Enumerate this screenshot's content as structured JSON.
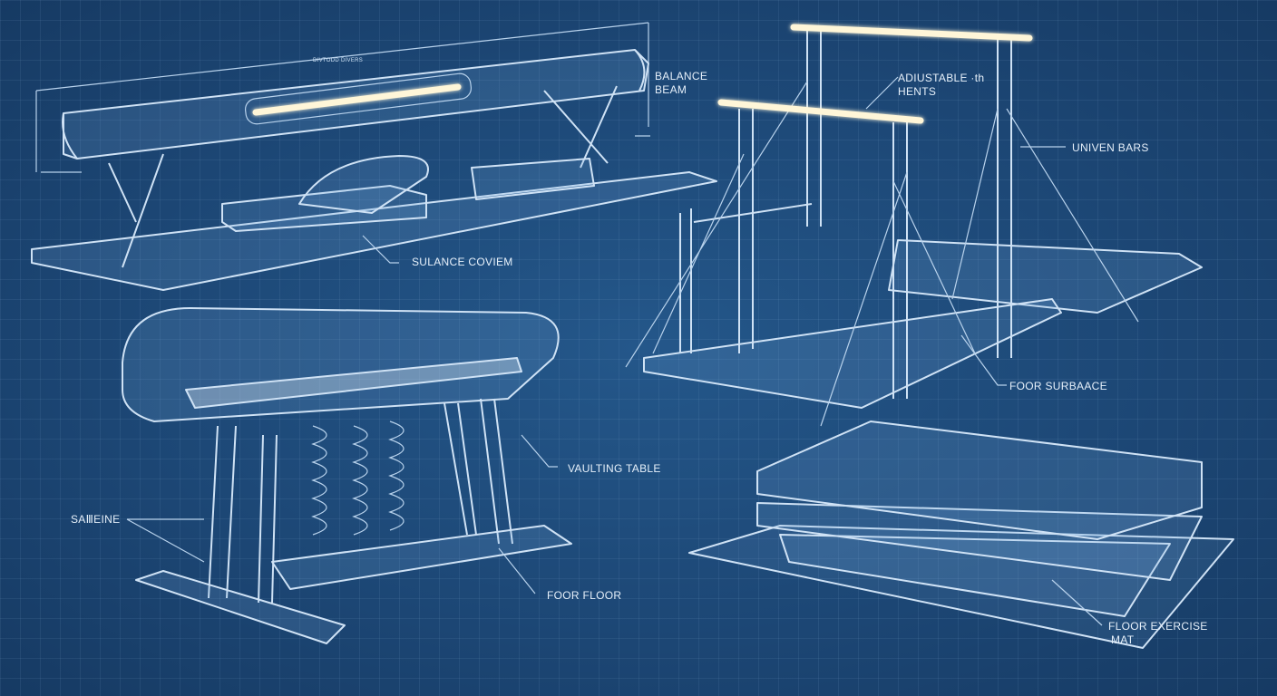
{
  "labels": {
    "dimension_note": "DIVTODD DIVERS",
    "balance_beam_1": "BALANCE",
    "balance_beam_2": "BEAM",
    "adjustable_1": "ADIUSTABLE ·th",
    "adjustable_2": "HENTS",
    "uneven_bars": "UNIVEN BARS",
    "sulance_covien": "SULANCE COVIEM",
    "floor_surface": "FOOR SURBAACE",
    "vaulting_table": "VAULTING TABLE",
    "saddeine": "SAⅢEINE",
    "foor_floor": "FOOR FLOOR",
    "floor_mat_1": "FLOOR EXERCISE",
    "floor_mat_2": "MAT"
  },
  "colors": {
    "background": "#1e4a78",
    "line": "#cfe2f5",
    "highlight": "#fff6d8"
  }
}
